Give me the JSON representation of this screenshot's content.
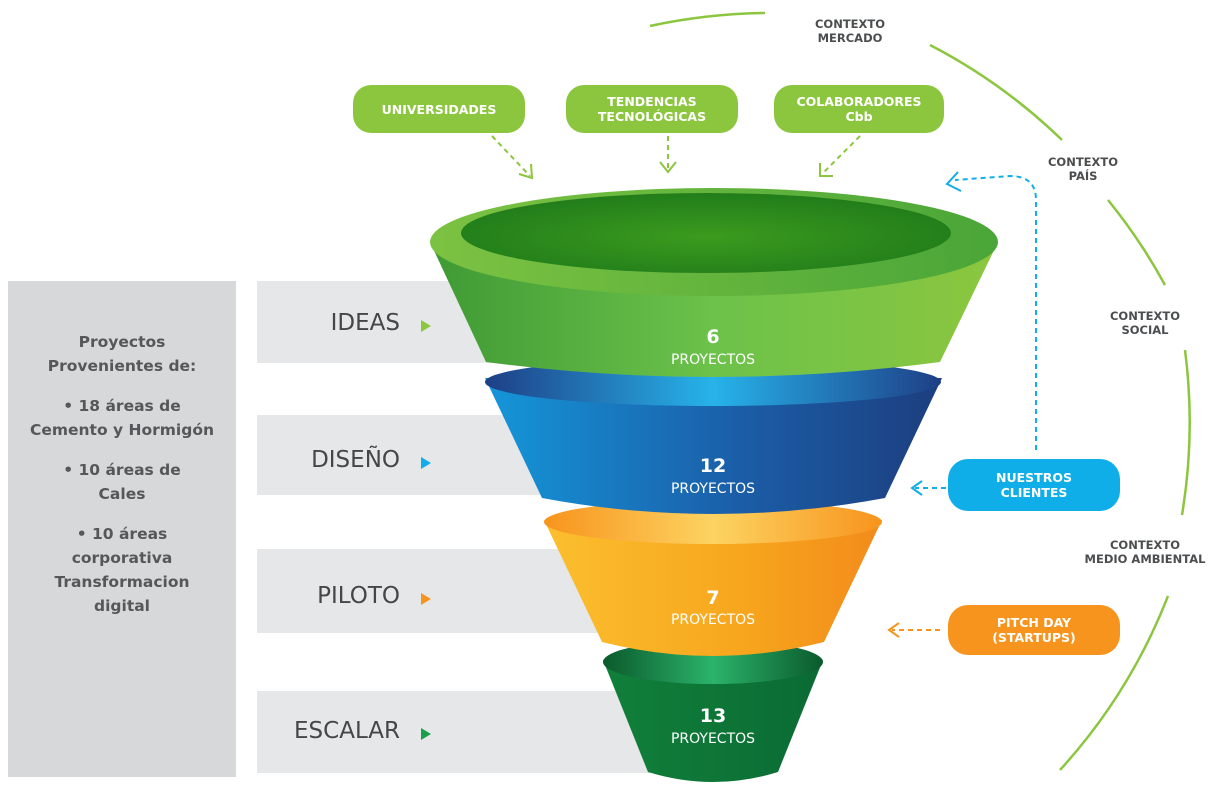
{
  "left_panel": {
    "lines": [
      "Proyectos",
      "Provenientes de:",
      "",
      "• 18 áreas de",
      "Cemento y Hormigón",
      "",
      "• 10 áreas de",
      "Cales",
      "",
      "• 10 áreas",
      "corporativa",
      "Transformacion",
      "digital"
    ]
  },
  "stages": [
    {
      "label": "IDEAS",
      "count": "6",
      "unit": "PROYECTOS",
      "color": "#5cb93c"
    },
    {
      "label": "DISEÑO",
      "count": "12",
      "unit": "PROYECTOS",
      "color": "#1b7fc6"
    },
    {
      "label": "PILOTO",
      "count": "7",
      "unit": "PROYECTOS",
      "color": "#f7a51d"
    },
    {
      "label": "ESCALAR",
      "count": "13",
      "unit": "PROYECTOS",
      "color": "#0e8c3a"
    }
  ],
  "sources_top": [
    {
      "line1": "UNIVERSIDADES",
      "line2": ""
    },
    {
      "line1": "TENDENCIAS",
      "line2": "TECNOLÓGICAS"
    },
    {
      "line1": "COLABORADORES",
      "line2": "Cbb"
    }
  ],
  "sources_side": [
    {
      "line1": "NUESTROS",
      "line2": "CLIENTES",
      "color": "#10aee8"
    },
    {
      "line1": "PITCH DAY",
      "line2": "(STARTUPS)",
      "color": "#f7941d"
    }
  ],
  "contexts": [
    {
      "line1": "CONTEXTO",
      "line2": "MERCADO"
    },
    {
      "line1": "CONTEXTO",
      "line2": "PAÍS"
    },
    {
      "line1": "CONTEXTO",
      "line2": "SOCIAL"
    },
    {
      "line1": "CONTEXTO",
      "line2": "MEDIO AMBIENTAL"
    }
  ],
  "colors": {
    "green_pill": "#8cc63f",
    "arc": "#8cc63f",
    "panel": "#d7d8da",
    "band": "#e6e7e8"
  }
}
